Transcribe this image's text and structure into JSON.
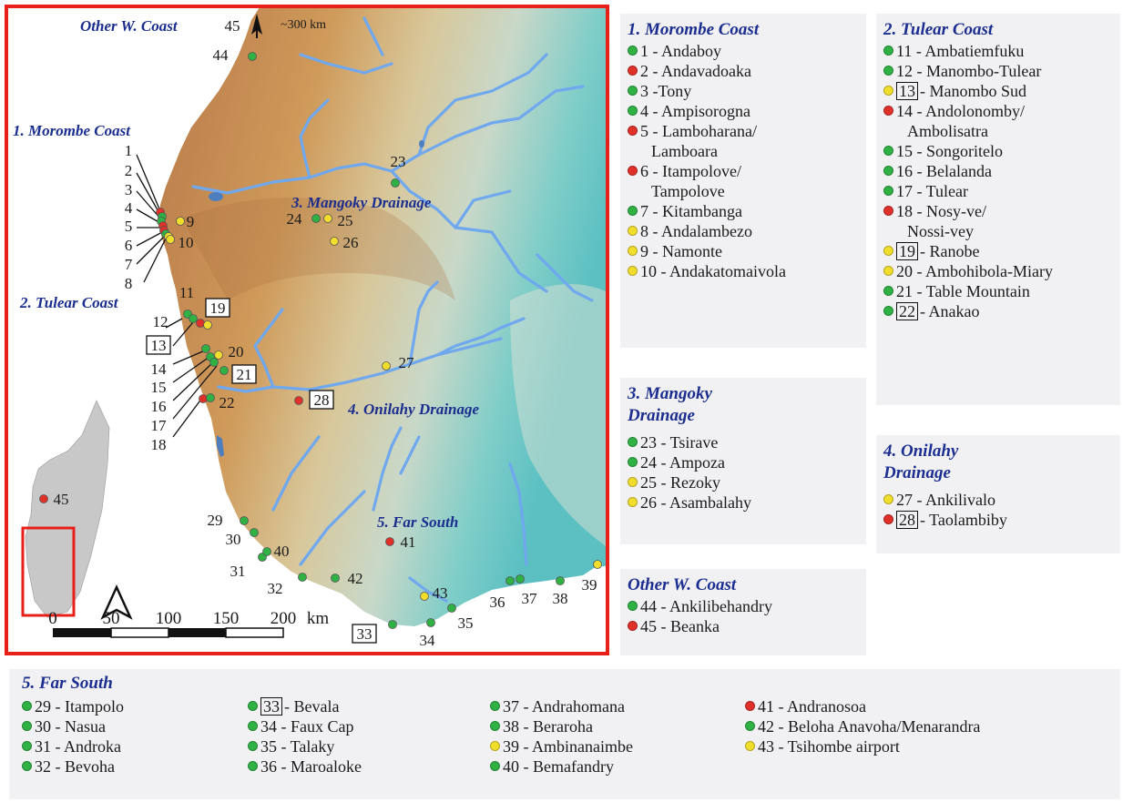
{
  "colors": {
    "green": "#2fb144",
    "red": "#e0302a",
    "yellow": "#f1de2c",
    "border": "#e8201a",
    "river": "#6fa8ee",
    "label_blue": "#1b2e8f",
    "land_inset": "#c8c8c8"
  },
  "map": {
    "north_arrow_label": "~300 km",
    "icon": "north-arrow-icon",
    "scale": {
      "ticks": [
        "0",
        "50",
        "100",
        "150",
        "200"
      ],
      "unit": "km"
    },
    "region_labels": {
      "other": "Other W. Coast",
      "morombe": "1. Morombe Coast",
      "tulear": "2. Tulear Coast",
      "mangoky": "3. Mangoky Drainage",
      "onilahy": "4. Onilahy Drainage",
      "farsouth": "5. Far South"
    },
    "point_labels": {
      "p1": "1",
      "p2": "2",
      "p3": "3",
      "p4": "4",
      "p5": "5",
      "p6": "6",
      "p7": "7",
      "p8": "8",
      "p9": "9",
      "p10": "10",
      "p11": "11",
      "p12": "12",
      "p13": "13",
      "p14": "14",
      "p15": "15",
      "p16": "16",
      "p17": "17",
      "p18": "18",
      "p19": "19",
      "p20": "20",
      "p21": "21",
      "p22": "22",
      "p23": "23",
      "p24": "24",
      "p25": "25",
      "p26": "26",
      "p27": "27",
      "p28": "28",
      "p29": "29",
      "p30": "30",
      "p31": "31",
      "p32": "32",
      "p33": "33",
      "p34": "34",
      "p35": "35",
      "p36": "36",
      "p37": "37",
      "p38": "38",
      "p39": "39",
      "p40": "40",
      "p41": "41",
      "p42": "42",
      "p43": "43",
      "p44": "44",
      "p45": "45",
      "inset45": "45"
    }
  },
  "legend": {
    "morombe": {
      "title": "1. Morombe Coast",
      "items": [
        {
          "num": "1",
          "sep": " - ",
          "name": "Andaboy",
          "color": "green"
        },
        {
          "num": "2",
          "sep": " - ",
          "name": "Andavadoaka",
          "color": "red"
        },
        {
          "num": "3",
          "sep": " -",
          "name": "Tony",
          "color": "green"
        },
        {
          "num": "4",
          "sep": " - ",
          "name": "Ampisorogna",
          "color": "green"
        },
        {
          "num": "5",
          "sep": " - ",
          "name": "Lamboharana/",
          "cont": "Lamboara",
          "color": "red"
        },
        {
          "num": "6",
          "sep": " - ",
          "name": "Itampolove/",
          "cont": "Tampolove",
          "color": "red"
        },
        {
          "num": "7",
          "sep": " - ",
          "name": "Kitambanga",
          "color": "green"
        },
        {
          "num": "8",
          "sep": " - ",
          "name": "Andalambezo",
          "color": "yellow"
        },
        {
          "num": "9",
          "sep": " - ",
          "name": "Namonte",
          "color": "yellow"
        },
        {
          "num": "10",
          "sep": " - ",
          "name": "Andakatomaivola",
          "color": "yellow"
        }
      ]
    },
    "tulear": {
      "title": "2. Tulear Coast",
      "items": [
        {
          "num": "11",
          "sep": " - ",
          "name": "Ambatiemfuku",
          "color": "green"
        },
        {
          "num": "12",
          "sep": " - ",
          "name": "Manombo-Tulear",
          "color": "green"
        },
        {
          "num": "13",
          "sep": "- ",
          "name": "Manombo Sud",
          "color": "yellow",
          "boxed": true
        },
        {
          "num": "14",
          "sep": " - ",
          "name": "Andolonomby/",
          "cont": "Ambolisatra",
          "color": "red"
        },
        {
          "num": "15",
          "sep": " - ",
          "name": "Songoritelo",
          "color": "green"
        },
        {
          "num": "16",
          "sep": " - ",
          "name": "Belalanda",
          "color": "green"
        },
        {
          "num": "17",
          "sep": " - ",
          "name": "Tulear",
          "color": "green"
        },
        {
          "num": "18",
          "sep": " - ",
          "name": "Nosy-ve/",
          "cont": "Nossi-vey",
          "color": "red"
        },
        {
          "num": "19",
          "sep": "- ",
          "name": "Ranobe",
          "color": "yellow",
          "boxed": true
        },
        {
          "num": "20",
          "sep": " - ",
          "name": "Ambohibola-Miary",
          "color": "yellow"
        },
        {
          "num": "21",
          "sep": " - ",
          "name": "Table Mountain",
          "color": "green"
        },
        {
          "num": "22",
          "sep": "- ",
          "name": "Anakao",
          "color": "green",
          "boxed": true
        }
      ]
    },
    "mangoky": {
      "title_line1": "3. Mangoky",
      "title_line2": "Drainage",
      "items": [
        {
          "num": "23",
          "sep": " - ",
          "name": "Tsirave",
          "color": "green"
        },
        {
          "num": "24",
          "sep": " - ",
          "name": "Ampoza",
          "color": "green"
        },
        {
          "num": "25",
          "sep": " - ",
          "name": "Rezoky",
          "color": "yellow"
        },
        {
          "num": "26",
          "sep": " - ",
          "name": "Asambalahy",
          "color": "yellow"
        }
      ]
    },
    "onilahy": {
      "title_line1": "4. Onilahy",
      "title_line2": "Drainage",
      "items": [
        {
          "num": "27",
          "sep": " - ",
          "name": "Ankilivalo",
          "color": "yellow"
        },
        {
          "num": "28",
          "sep": "- ",
          "name": "Taolambiby",
          "color": "red",
          "boxed": true
        }
      ]
    },
    "other": {
      "title": "Other W. Coast",
      "items": [
        {
          "num": "44",
          "sep": " - ",
          "name": "Ankilibehandry",
          "color": "green"
        },
        {
          "num": "45",
          "sep": " - ",
          "name": "Beanka",
          "color": "red"
        }
      ]
    },
    "farsouth": {
      "title": "5. Far South",
      "columns": [
        [
          {
            "num": "29",
            "sep": " - ",
            "name": "Itampolo",
            "color": "green"
          },
          {
            "num": "30",
            "sep": " - ",
            "name": "Nasua",
            "color": "green"
          },
          {
            "num": "31",
            "sep": " - ",
            "name": "Androka",
            "color": "green"
          },
          {
            "num": "32",
            "sep": " - ",
            "name": "Bevoha",
            "color": "green"
          }
        ],
        [
          {
            "num": "33",
            "sep": "- ",
            "name": "Bevala",
            "color": "green",
            "boxed": true
          },
          {
            "num": "34",
            "sep": " - ",
            "name": "Faux Cap",
            "color": "green"
          },
          {
            "num": "35",
            "sep": " - ",
            "name": "Talaky",
            "color": "green"
          },
          {
            "num": "36",
            "sep": " - ",
            "name": "Maroaloke",
            "color": "green"
          }
        ],
        [
          {
            "num": "37",
            "sep": " - ",
            "name": "Andrahomana",
            "color": "green"
          },
          {
            "num": "38",
            "sep": " - ",
            "name": "Beraroha",
            "color": "green"
          },
          {
            "num": "39",
            "sep": " - ",
            "name": "Ambinanaimbe",
            "color": "yellow"
          },
          {
            "num": "40",
            "sep": " - ",
            "name": "Bemafandry",
            "color": "green"
          }
        ],
        [
          {
            "num": "41",
            "sep": " - ",
            "name": "Andranosoa",
            "color": "red"
          },
          {
            "num": "42",
            "sep": " - ",
            "name": "Beloha Anavoha/Menarandra",
            "color": "green"
          },
          {
            "num": "43",
            "sep": " - ",
            "name": "Tsihombe airport",
            "color": "yellow"
          }
        ]
      ]
    }
  }
}
